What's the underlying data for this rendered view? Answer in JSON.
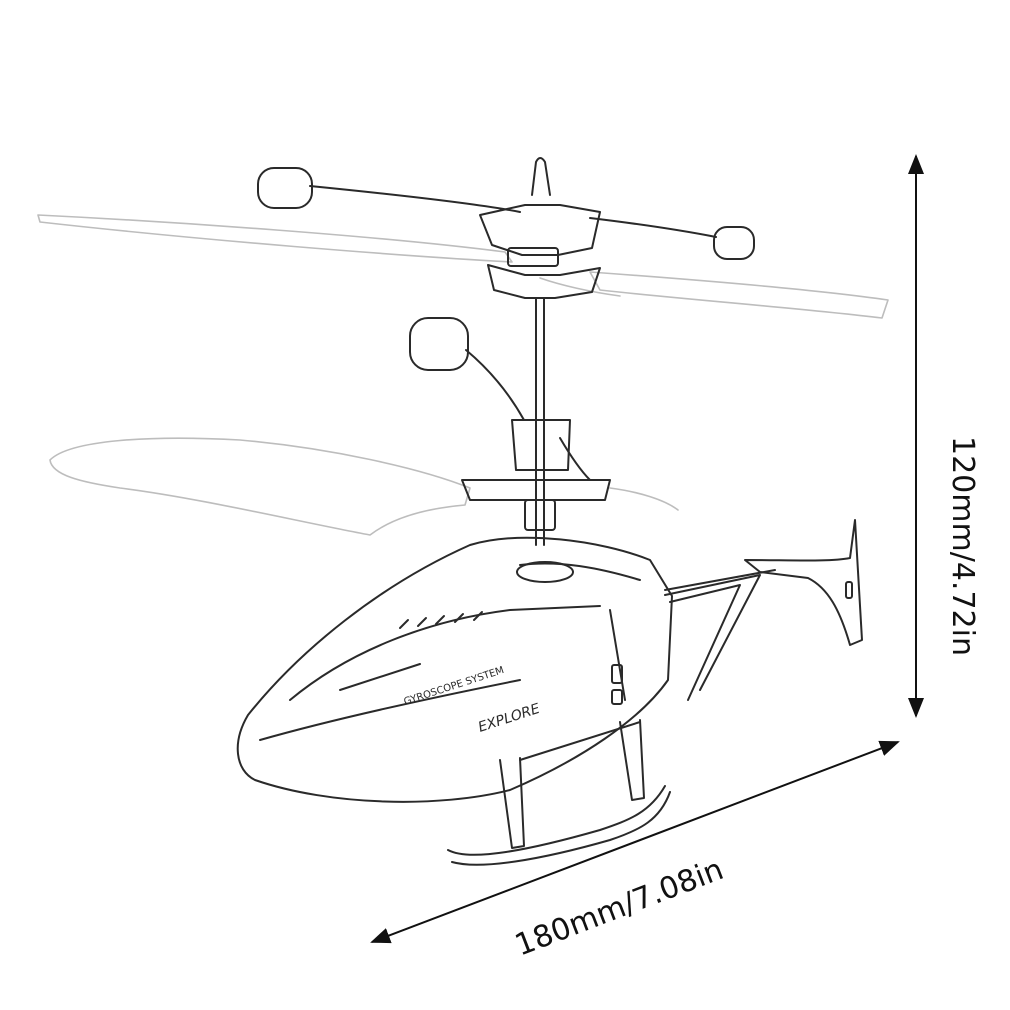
{
  "dimensions": {
    "height_label": "120mm/4.72in",
    "length_label": "180mm/7.08in"
  },
  "decals": {
    "side_text": "GYROSCOPE SYSTEM",
    "model_text": "EXPLORE"
  },
  "colors": {
    "ink": "#111111",
    "sketch": "#2a2a2a",
    "faint": "#bdbdbd",
    "background": "#ffffff"
  }
}
